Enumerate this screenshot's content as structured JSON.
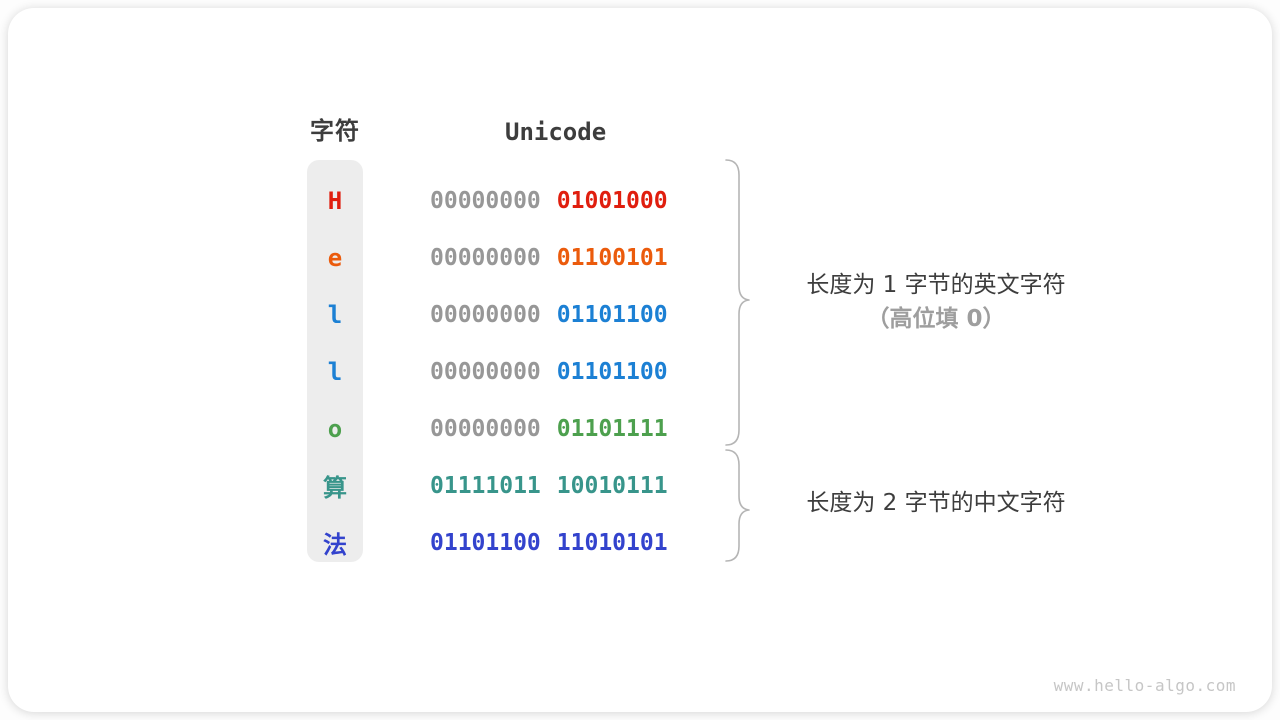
{
  "header": {
    "char_label": "字符",
    "unicode_label": "Unicode"
  },
  "table": {
    "rows": [
      {
        "char": "H",
        "char_color": "#e01e0e",
        "byte1": "00000000",
        "byte1_color": "#979797",
        "byte2": "01001000",
        "byte2_color": "#e01e0e"
      },
      {
        "char": "e",
        "char_color": "#eb5b0c",
        "byte1": "00000000",
        "byte1_color": "#979797",
        "byte2": "01100101",
        "byte2_color": "#eb5b0c"
      },
      {
        "char": "l",
        "char_color": "#1c80d4",
        "byte1": "00000000",
        "byte1_color": "#979797",
        "byte2": "01101100",
        "byte2_color": "#1c80d4"
      },
      {
        "char": "l",
        "char_color": "#1c80d4",
        "byte1": "00000000",
        "byte1_color": "#979797",
        "byte2": "01101100",
        "byte2_color": "#1c80d4"
      },
      {
        "char": "o",
        "char_color": "#4da04e",
        "byte1": "00000000",
        "byte1_color": "#979797",
        "byte2": "01101111",
        "byte2_color": "#4da04e"
      },
      {
        "char": "算",
        "char_color": "#38958b",
        "byte1": "01111011",
        "byte1_color": "#38958b",
        "byte2": "10010111",
        "byte2_color": "#38958b"
      },
      {
        "char": "法",
        "char_color": "#3343cd",
        "byte1": "01101100",
        "byte1_color": "#3343cd",
        "byte2": "11010101",
        "byte2_color": "#3343cd"
      }
    ]
  },
  "annotations": {
    "english": {
      "line1": "长度为 1 字节的英文字符",
      "line2": "（高位填 0）"
    },
    "chinese": {
      "line1": "长度为 2 字节的中文字符"
    }
  },
  "colors": {
    "zero_padding_gray": "#979797",
    "annotation_text": "#3d3d3d",
    "annotation_note_gray": "#9e9e9e",
    "brace_gray": "#b5b5b5",
    "column_background": "#ededed",
    "watermark_gray": "#c6c6c6"
  },
  "watermark": "www.hello-algo.com"
}
